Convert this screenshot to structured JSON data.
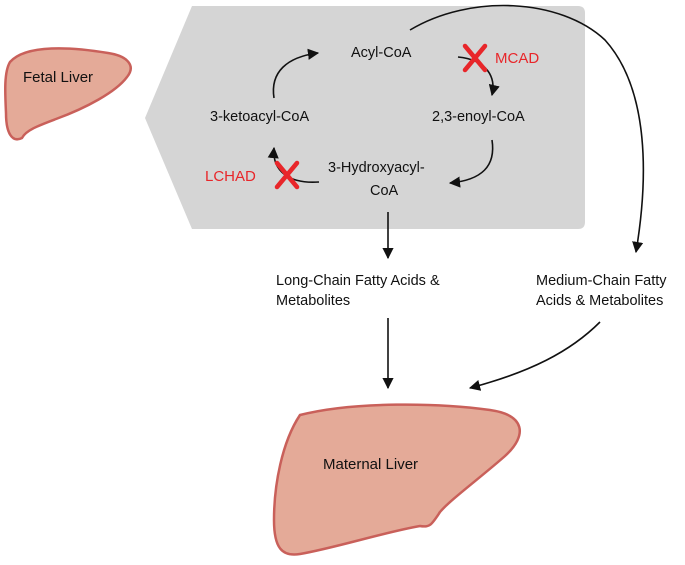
{
  "organs": {
    "fetal_liver": "Fetal Liver",
    "maternal_liver": "Maternal Liver"
  },
  "cycle": {
    "acyl_coa": "Acyl-CoA",
    "enoyl_coa": "2,3-enoyl-CoA",
    "hydroxyacyl_coa_line1": "3-Hydroxyacyl-",
    "hydroxyacyl_coa_line2": "CoA",
    "ketoacyl_coa": "3-ketoacyl-CoA"
  },
  "enzymes": {
    "mcad": "MCAD",
    "lchad": "LCHAD"
  },
  "metabolites": {
    "long_chain_line1": "Long-Chain Fatty Acids &",
    "long_chain_line2": "Metabolites",
    "medium_chain_line1": "Medium-Chain Fatty",
    "medium_chain_line2": "Acids & Metabolites"
  },
  "colors": {
    "liver_fill": "#e4aa98",
    "liver_stroke": "#c9605a",
    "panel_fill": "#d5d5d5",
    "enzyme_red": "#e8262a",
    "arrow": "#111111"
  }
}
